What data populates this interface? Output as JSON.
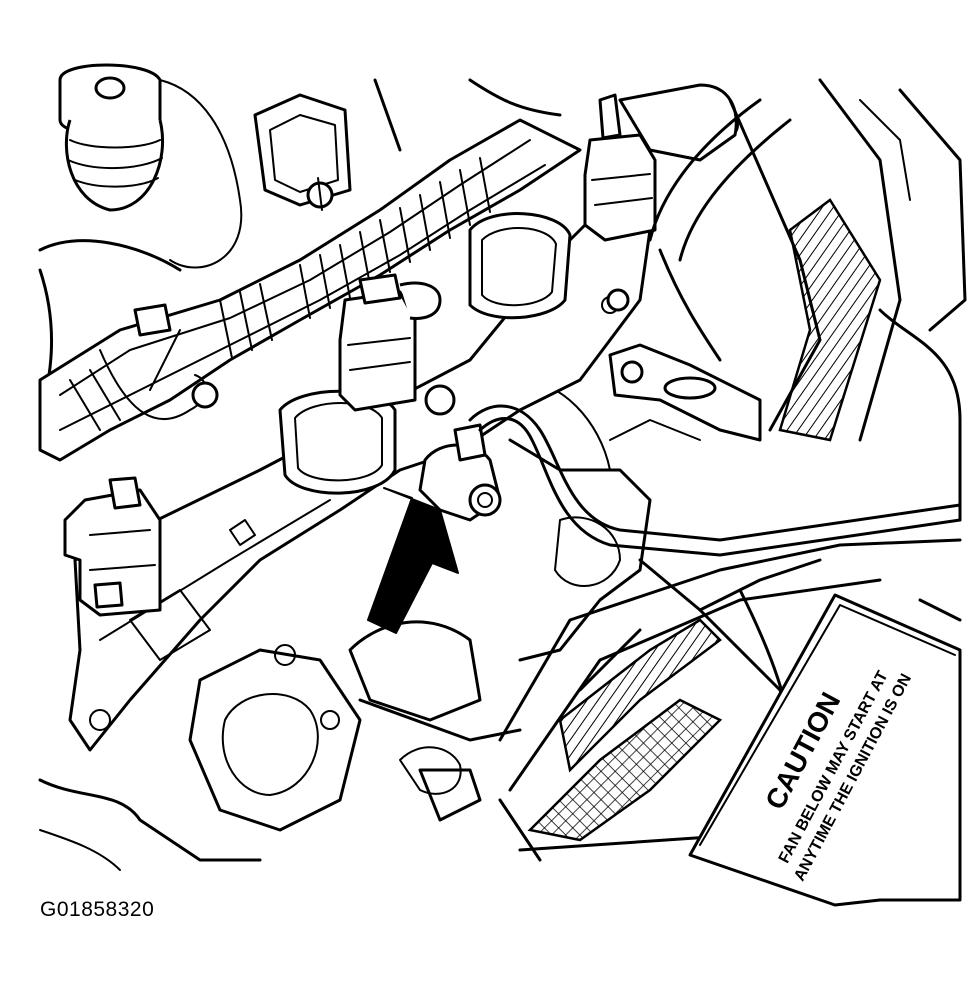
{
  "figure_id": "G01858320",
  "caution_label": {
    "heading": "CAUTION",
    "line1": "FAN BELOW MAY START AT",
    "line2": "ANYTIME THE IGNITION IS ON"
  }
}
